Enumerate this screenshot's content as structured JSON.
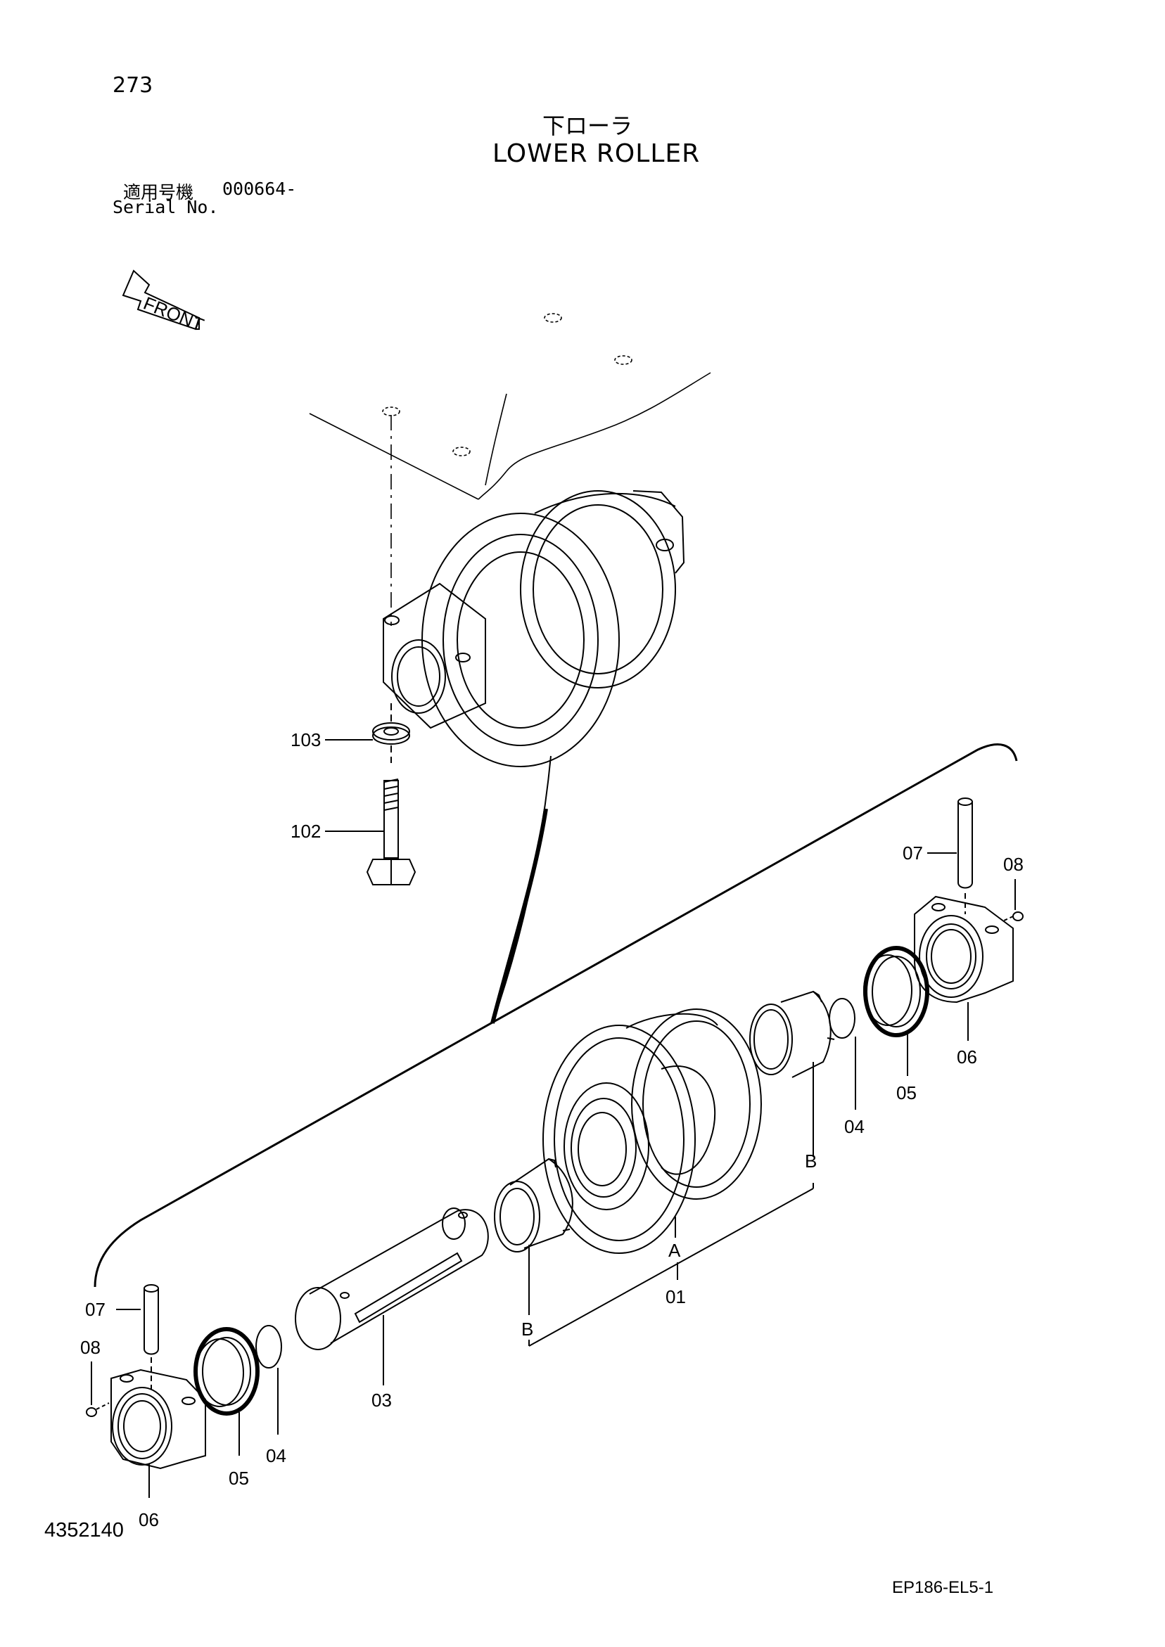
{
  "page_number": "273",
  "title_jp": "下ローラ",
  "title_en": "LOWER ROLLER",
  "serial": {
    "label_jp": "適用号機",
    "label_en": "Serial No.",
    "value": "000664-"
  },
  "front_arrow_label": "FRONT",
  "callouts": {
    "c103": "103",
    "c102": "102",
    "c07_right": "07",
    "c08_right": "08",
    "c06_right": "06",
    "c05_right": "05",
    "c04_right": "04",
    "cB_right": "B",
    "cA": "A",
    "c01": "01",
    "cB_left": "B",
    "c03": "03",
    "c07_left": "07",
    "c08_left": "08",
    "c04_left": "04",
    "c05_left": "05",
    "c06_left": "06"
  },
  "document_number": "4352140",
  "drawing_code": "EP186-EL5-1"
}
